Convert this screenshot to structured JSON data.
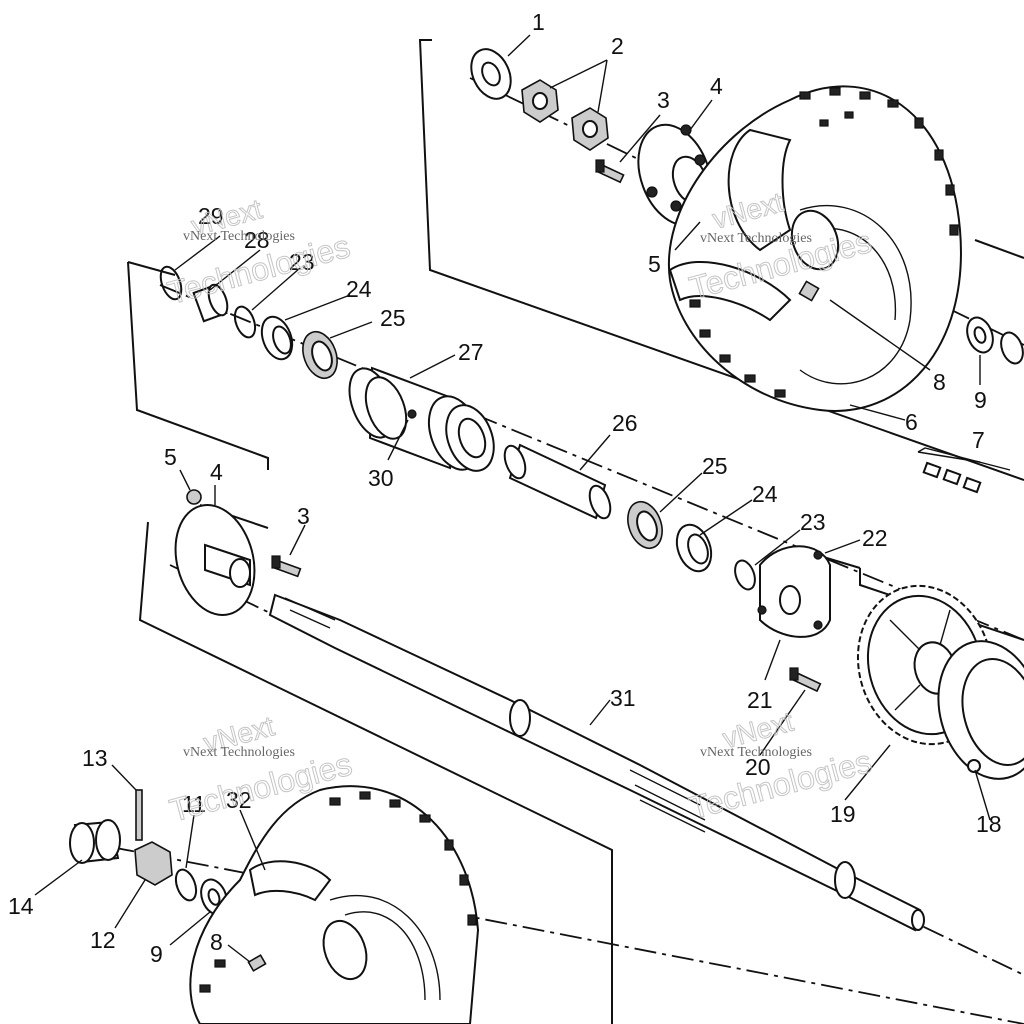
{
  "diagram": {
    "type": "exploded-parts-view",
    "part_labels": {
      "p1": "1",
      "p2": "2",
      "p3a": "3",
      "p4a": "4",
      "p5a": "5",
      "p6": "6",
      "p7": "7",
      "p8a": "8",
      "p9a": "9",
      "p29": "29",
      "p28": "28",
      "p23a": "23",
      "p24a": "24",
      "p25a": "25",
      "p27": "27",
      "p30": "30",
      "p26": "26",
      "p25b": "25",
      "p24b": "24",
      "p23b": "23",
      "p22": "22",
      "p5b": "5",
      "p4b": "4",
      "p3b": "3",
      "p21": "21",
      "p31": "31",
      "p20": "20",
      "p19": "19",
      "p18": "18",
      "p13": "13",
      "p32": "32",
      "p11": "11",
      "p14": "14",
      "p12": "12",
      "p9b": "9",
      "p8b": "8"
    },
    "watermark": {
      "brand": "vNext",
      "company": "vNext Technologies",
      "outline": "Technologies"
    }
  }
}
